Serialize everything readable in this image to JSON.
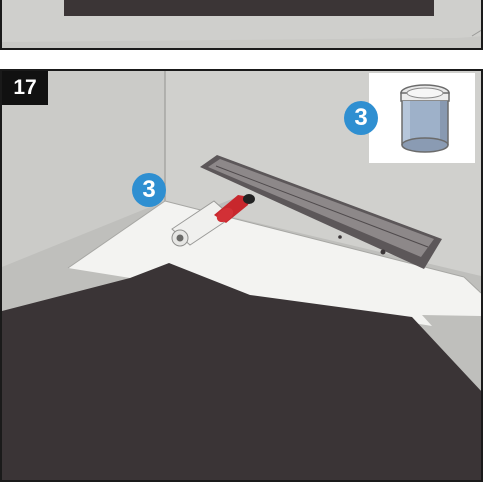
{
  "step": {
    "number": "17"
  },
  "inset": {
    "callout_number": "3",
    "product_icon": "adhesive-can-icon"
  },
  "scene": {
    "callout_number": "3",
    "tool_icon": "paint-roller-icon"
  },
  "colors": {
    "wall": "#c9c9c6",
    "floor": "#bdbdbb",
    "membrane": "#3a3436",
    "tile_border": "#f4f4f2",
    "callout": "#2f8fd1",
    "roller_handle": "#c8272d",
    "can_body": "#9eb1c9"
  }
}
